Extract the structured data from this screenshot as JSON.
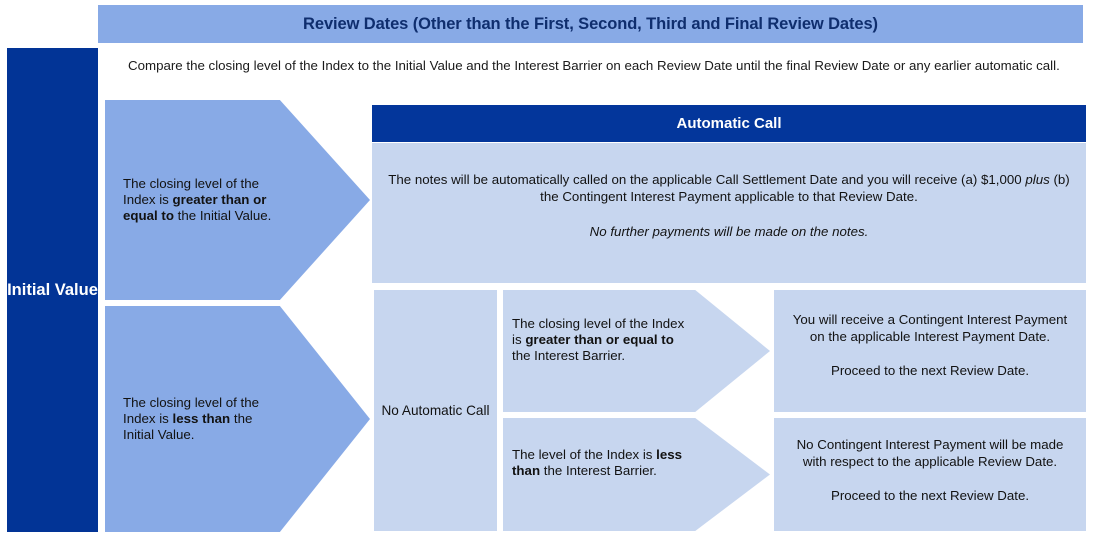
{
  "header": {
    "title": "Review Dates (Other than the First, Second, Third and Final Review Dates)",
    "bar_color": "#88AAE6",
    "text_color": "#0F2E6E"
  },
  "left_band": {
    "label": "Initial Value",
    "color": "#023496",
    "text_color": "#FFFFFF"
  },
  "intro": {
    "text": "Compare the closing level of the Index to the Initial Value and the Interest Barrier on each Review Date until the final Review Date or any earlier automatic call."
  },
  "branches": {
    "ge_initial": {
      "prefix": "The closing level of the Index is ",
      "emphasis": "greater than or equal to",
      "suffix": " the Initial Value."
    },
    "lt_initial": {
      "prefix": "The closing level of the Index is ",
      "emphasis": "less than",
      "suffix": " the Initial Value."
    },
    "ge_barrier": {
      "prefix": "The closing level of the Index is ",
      "emphasis": "greater than or equal to",
      "suffix": " the Interest Barrier."
    },
    "lt_barrier": {
      "prefix": "The level of the Index is ",
      "emphasis": "less than",
      "suffix": " the Interest Barrier."
    }
  },
  "automatic_call": {
    "header_label": "Automatic Call",
    "header_color": "#03369B",
    "body_color": "#C7D6EF",
    "paragraph_part1": "The notes will be automatically called on the applicable Call Settlement Date and you will receive (a) $1,000 ",
    "paragraph_italic": "plus",
    "paragraph_part2": " (b) the Contingent Interest Payment applicable to that Review Date.",
    "note": "No further payments will be made on the notes."
  },
  "no_automatic_call": {
    "label": "No Automatic Call"
  },
  "outcomes": {
    "pay": {
      "text": "You will receive a Contingent Interest Payment on the applicable Interest Payment Date.",
      "proceed": "Proceed to the next Review Date."
    },
    "no_pay": {
      "text": "No Contingent Interest Payment will be made with respect to the applicable Review Date.",
      "proceed": "Proceed to the next Review Date."
    }
  }
}
